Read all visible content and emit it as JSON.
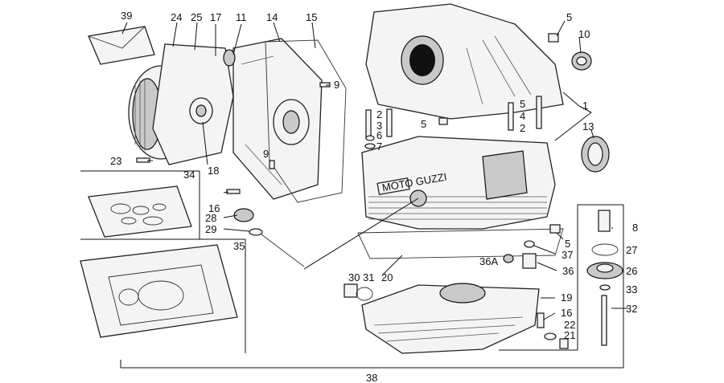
{
  "callouts": {
    "c1": "1",
    "c2a": "2",
    "c2b": "2",
    "c3": "3",
    "c4": "4",
    "c5a": "5",
    "c5b": "5",
    "c5c": "5",
    "c5d": "5",
    "c6": "6",
    "c7": "7",
    "c8": "8",
    "c9a": "9",
    "c9b": "9",
    "c10": "10",
    "c11": "11",
    "c13": "13",
    "c14": "14",
    "c15": "15",
    "c16a": "16",
    "c16b": "16",
    "c17": "17",
    "c18": "18",
    "c19": "19",
    "c20": "20",
    "c21": "21",
    "c22": "22",
    "c23": "23",
    "c24": "24",
    "c25": "25",
    "c26": "26",
    "c27": "27",
    "c28": "28",
    "c29": "29",
    "c30": "30",
    "c31": "31",
    "c32": "32",
    "c33": "33",
    "c34": "34",
    "c35": "35",
    "c36": "36",
    "c36a": "36A",
    "c37": "37",
    "c38": "38",
    "c39": "39"
  },
  "stamp_text": "MOTO GUZZI"
}
